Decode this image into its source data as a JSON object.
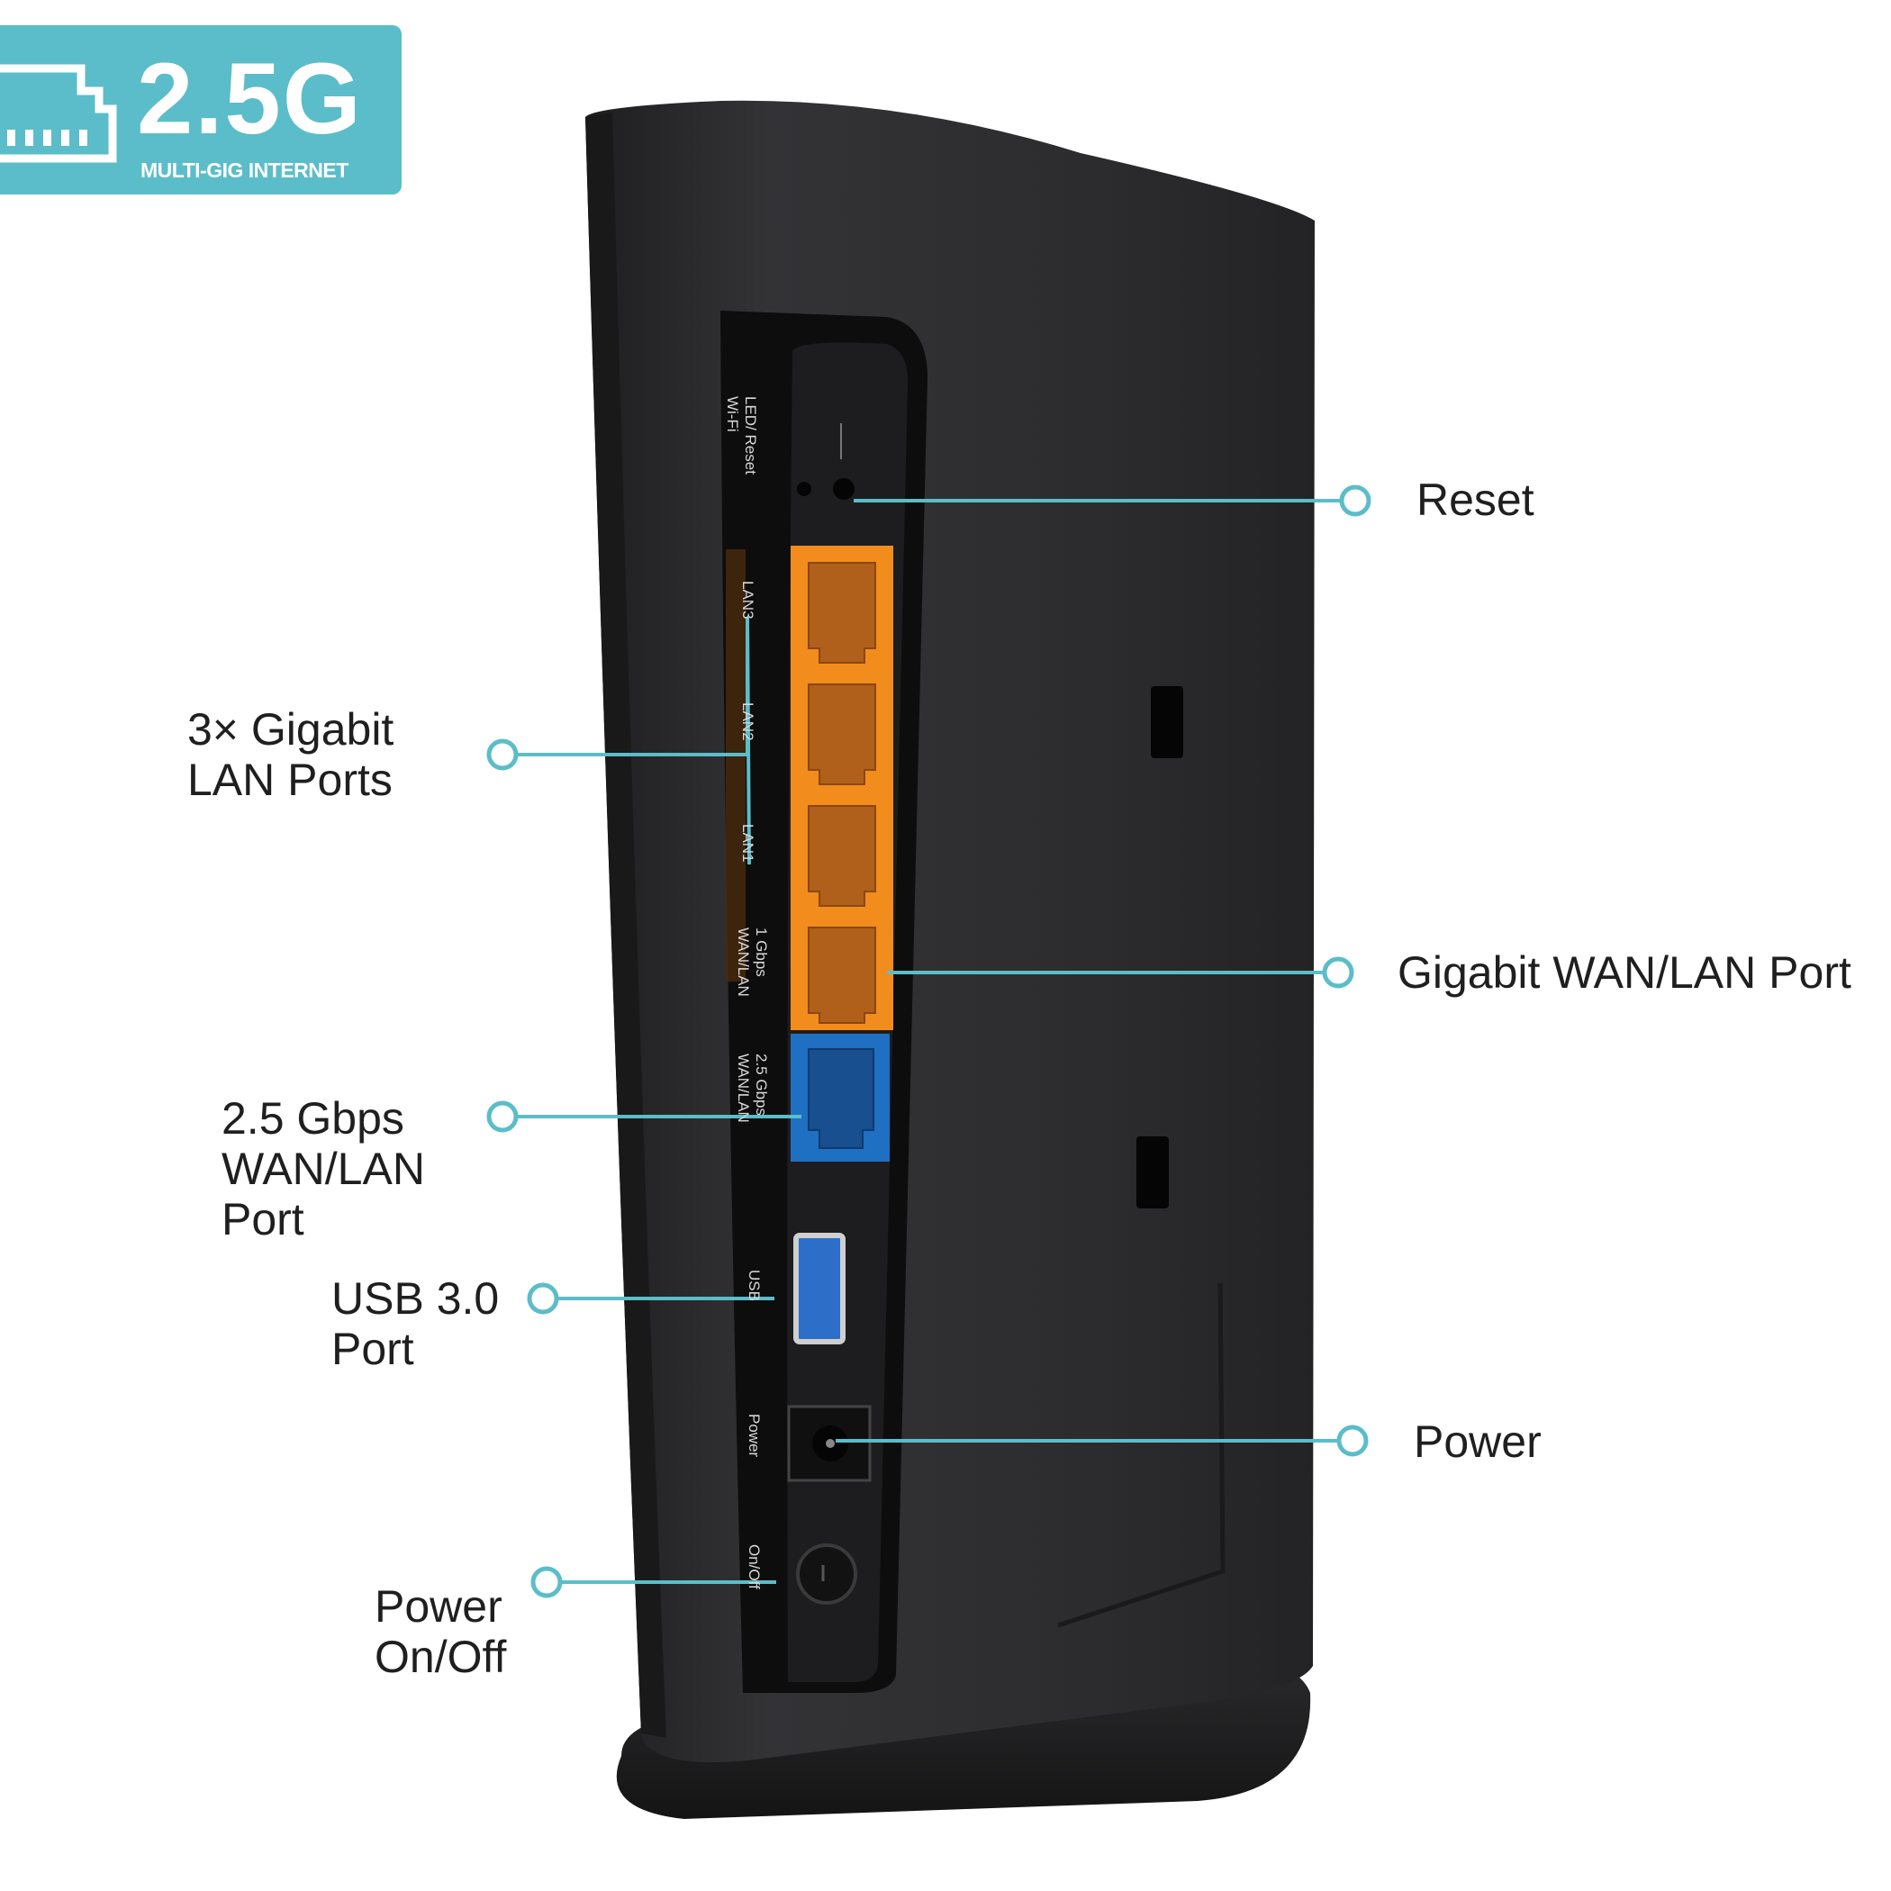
{
  "badge": {
    "headline": "2.5G",
    "subline": "MULTI-GIG INTERNET",
    "color": "#5bbdc9"
  },
  "device": {
    "body_color": "#2b2b2d",
    "wan_lan_port_color": "#f28c1c",
    "multi_gig_port_color": "#1f6fc2",
    "panel_labels": {
      "led_reset": "LED/ Reset",
      "led_reset_sub": "Wi-Fi",
      "lan3": "LAN3",
      "lan2": "LAN2",
      "lan1": "LAN1",
      "gig_wan": "1 Gbps",
      "gig_wan_sub": "WAN/LAN",
      "multi_wan": "2.5 Gbps",
      "multi_wan_sub": "WAN/LAN",
      "usb": "USB",
      "power": "Power",
      "onoff": "On/Off"
    }
  },
  "callouts": {
    "reset": "Reset",
    "lan_line1": "3× Gigabit",
    "lan_line2": "LAN Ports",
    "gig_wan": "Gigabit WAN/LAN Port",
    "multi_line1": "2.5 Gbps",
    "multi_line2": "WAN/LAN",
    "multi_line3": "Port",
    "usb_line1": "USB 3.0",
    "usb_line2": "Port",
    "power": "Power",
    "onoff_line1": "Power",
    "onoff_line2": "On/Off",
    "line_color": "#5bbdc9"
  }
}
